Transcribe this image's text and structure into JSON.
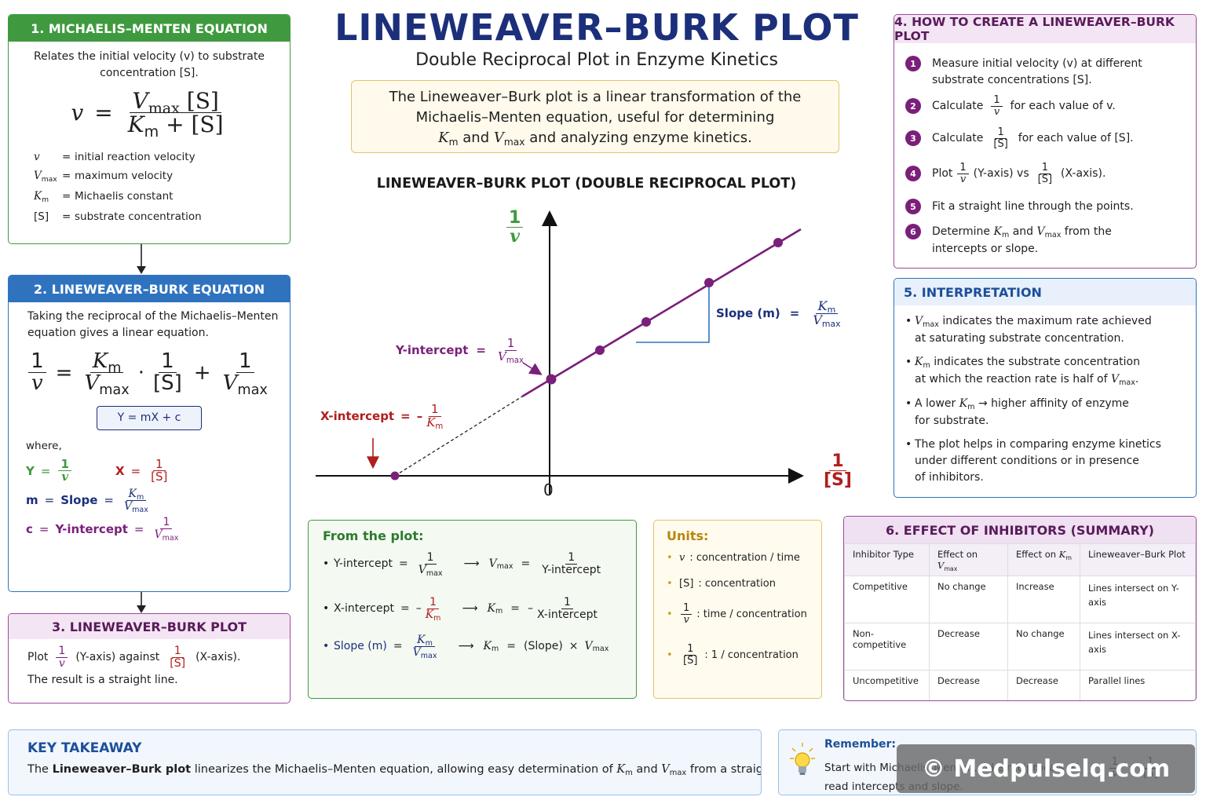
{
  "title": "LINEWEAVER–BURK PLOT",
  "subtitle": "Double Reciprocal Plot in Enzyme Kinetics",
  "intro": {
    "line1": "The Lineweaver–Burk plot is a linear transformation of the",
    "line2": "Michaelis–Menten equation, useful for determining",
    "and": "and",
    "tail": "and analyzing enzyme kinetics."
  },
  "symbols": {
    "v": "v",
    "S": "[S]",
    "Vmax_base": "V",
    "Vmax_sub": "max",
    "Km_base": "K",
    "Km_sub": "m",
    "one": "1",
    "zero": "0",
    "plus": "+",
    "eq": "=",
    "dot": "·"
  },
  "panel1": {
    "heading": "1. MICHAELIS–MENTEN EQUATION",
    "desc_line1": "Relates the initial velocity (v) to substrate",
    "desc_line2": "concentration [S].",
    "defs": [
      "initial reaction velocity",
      "maximum velocity",
      "Michaelis constant",
      "substrate concentration"
    ]
  },
  "panel2": {
    "heading": "2. LINEWEAVER–BURK EQUATION",
    "desc_line1": "Taking the reciprocal of the Michaelis–Menten",
    "desc_line2": "equation gives a linear equation.",
    "linear_form": "Y = mX + c",
    "where": "where,",
    "Y": "Y",
    "X": "X",
    "m_label": "m",
    "slope_word": "Slope",
    "c_label": "c",
    "yint_word": "Y-intercept"
  },
  "panel3": {
    "heading": "3. LINEWEAVER–BURK PLOT",
    "plot_word": "Plot",
    "y_axis": "(Y-axis) against",
    "x_axis": "(X-axis).",
    "result": "The result is a straight line."
  },
  "chart": {
    "title": "LINEWEAVER–BURK PLOT (DOUBLE RECIPROCAL PLOT)",
    "y_intercept_label": "Y-intercept",
    "x_intercept_label": "X-intercept",
    "slope_label": "Slope (m)",
    "minus": "–"
  },
  "panel4": {
    "heading": "4. HOW TO CREATE A LINEWEAVER–BURK PLOT",
    "s1_line1": "Measure initial velocity (v) at different",
    "s1_line2": "substrate concentrations [S].",
    "s2_a": "Calculate",
    "s2_b": "for each value of v.",
    "s3_a": "Calculate",
    "s3_b": "for each value of [S].",
    "s4_a": "Plot",
    "s4_b": "(Y-axis) vs",
    "s4_c": "(X-axis).",
    "s5": "Fit a straight line through the points.",
    "s6_a": "Determine",
    "s6_and": "and",
    "s6_b": "from the",
    "s6_line2": "intercepts or slope.",
    "nums": [
      "1",
      "2",
      "3",
      "4",
      "5",
      "6"
    ]
  },
  "panel5": {
    "heading": "5. INTERPRETATION",
    "b1_a": "indicates the maximum rate achieved",
    "b1_line2": "at saturating substrate concentration.",
    "b2_a": "indicates the substrate concentration",
    "b2_line2": "at which the reaction rate is half of",
    "b3_a": "A lower",
    "b3_b": "→ higher affinity of enzyme",
    "b3_line2": "for substrate.",
    "b4_line1": "The plot helps in comparing enzyme kinetics",
    "b4_line2": "under different conditions or in presence",
    "b4_line3": "of inhibitors."
  },
  "from_plot": {
    "heading": "From the plot:",
    "yint": "Y-intercept",
    "xint": "X-intercept",
    "slope": "Slope (m)",
    "slope_expr": "(Slope)",
    "times": "×",
    "arrow": "⟶",
    "minus": "–"
  },
  "units": {
    "heading": "Units:",
    "v": ": concentration / time",
    "S": ": concentration",
    "inv_v": ": time / concentration",
    "inv_S": ": 1 / concentration"
  },
  "inhibitors": {
    "heading": "6. EFFECT OF INHIBITORS (SUMMARY)",
    "col0": "Inhibitor Type",
    "col1": "Effect on",
    "col2": "Effect on",
    "col3": "Lineweaver–Burk Plot",
    "rows": [
      [
        "Competitive",
        "No change",
        "Increase",
        "Lines intersect on Y-axis"
      ],
      [
        "Non-competitive",
        "Decrease",
        "No change",
        "Lines intersect on X-axis"
      ],
      [
        "Uncompetitive",
        "Decrease",
        "Decrease",
        "Parallel lines"
      ]
    ]
  },
  "takeaway": {
    "heading": "KEY TAKEAWAY",
    "pre": "The",
    "bold": "Lineweaver–Burk plot",
    "mid": "linearizes the Michaelis–Menten equation, allowing easy determination of",
    "and": "and",
    "post": "from a straight line."
  },
  "remember": {
    "heading": "Remember:",
    "line1": "Start with Michaelis–Menten, take reciprocals of",
    "line2": "read intercepts and slope.",
    "watermark": "© Medpulselq.com"
  },
  "colors": {
    "green": "#3f9a3f",
    "blue": "#2f73bf",
    "purple": "#7a1f7a",
    "navy": "#1c2f7a",
    "red": "#b01e1e",
    "gold": "#c9a227"
  }
}
